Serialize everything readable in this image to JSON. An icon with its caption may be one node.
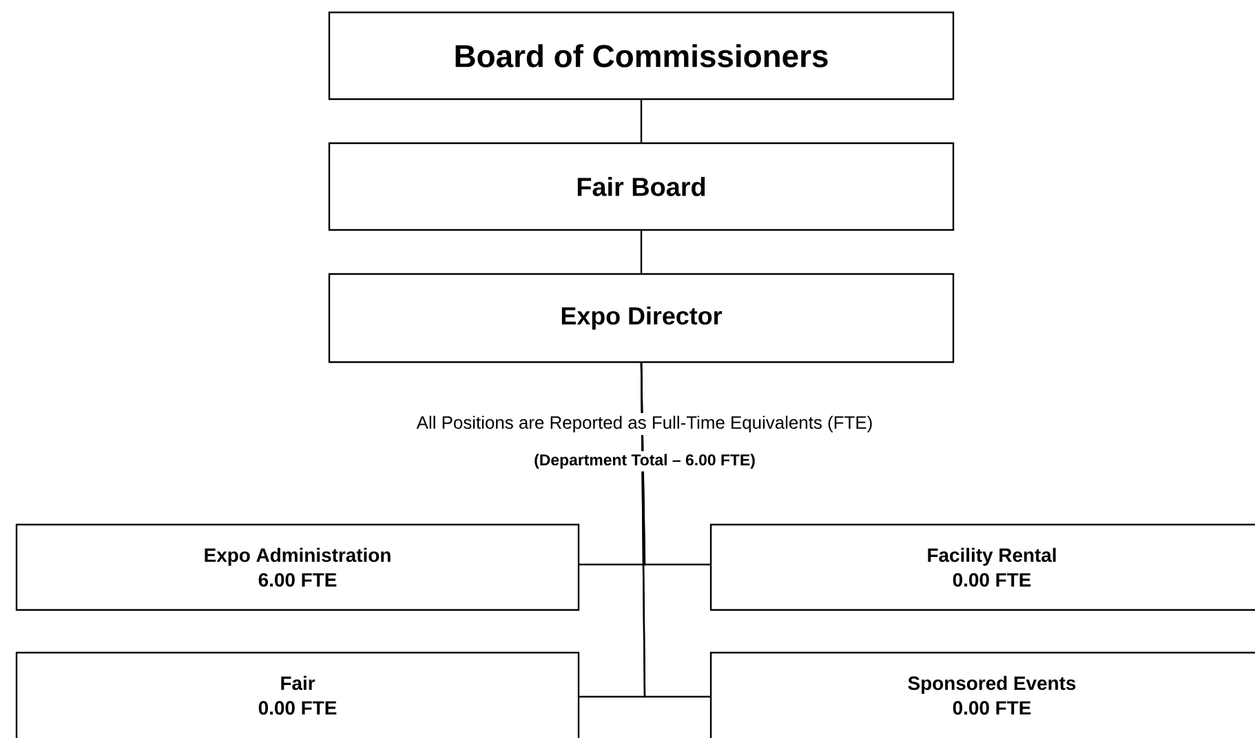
{
  "diagram": {
    "nodes": [
      {
        "text": [
          "Board of Commissioners"
        ]
      },
      {
        "text": [
          "Fair Board"
        ]
      },
      {
        "text": [
          "Expo Director"
        ]
      },
      {
        "text": [
          "Expo Administration",
          "6.00 FTE"
        ]
      },
      {
        "text": [
          "Facility Rental",
          "0.00 FTE"
        ]
      },
      {
        "text": [
          "Fair",
          "0.00 FTE"
        ]
      },
      {
        "text": [
          "Sponsored Events",
          "0.00 FTE"
        ]
      }
    ],
    "edges": [
      {
        "from": 0,
        "to": 1,
        "arrow": "none"
      },
      {
        "from": 1,
        "to": 2,
        "arrow": "none"
      },
      {
        "from": 2,
        "to": 3,
        "arrow": "none"
      },
      {
        "from": 2,
        "to": 4,
        "arrow": "none"
      },
      {
        "from": 2,
        "to": 5,
        "arrow": "none"
      },
      {
        "from": 2,
        "to": 6,
        "arrow": "none"
      }
    ],
    "labels": [
      "All Positions are Reported as Full-Time Equivalents (FTE)",
      "(Department Total – 6.00 FTE)"
    ]
  }
}
